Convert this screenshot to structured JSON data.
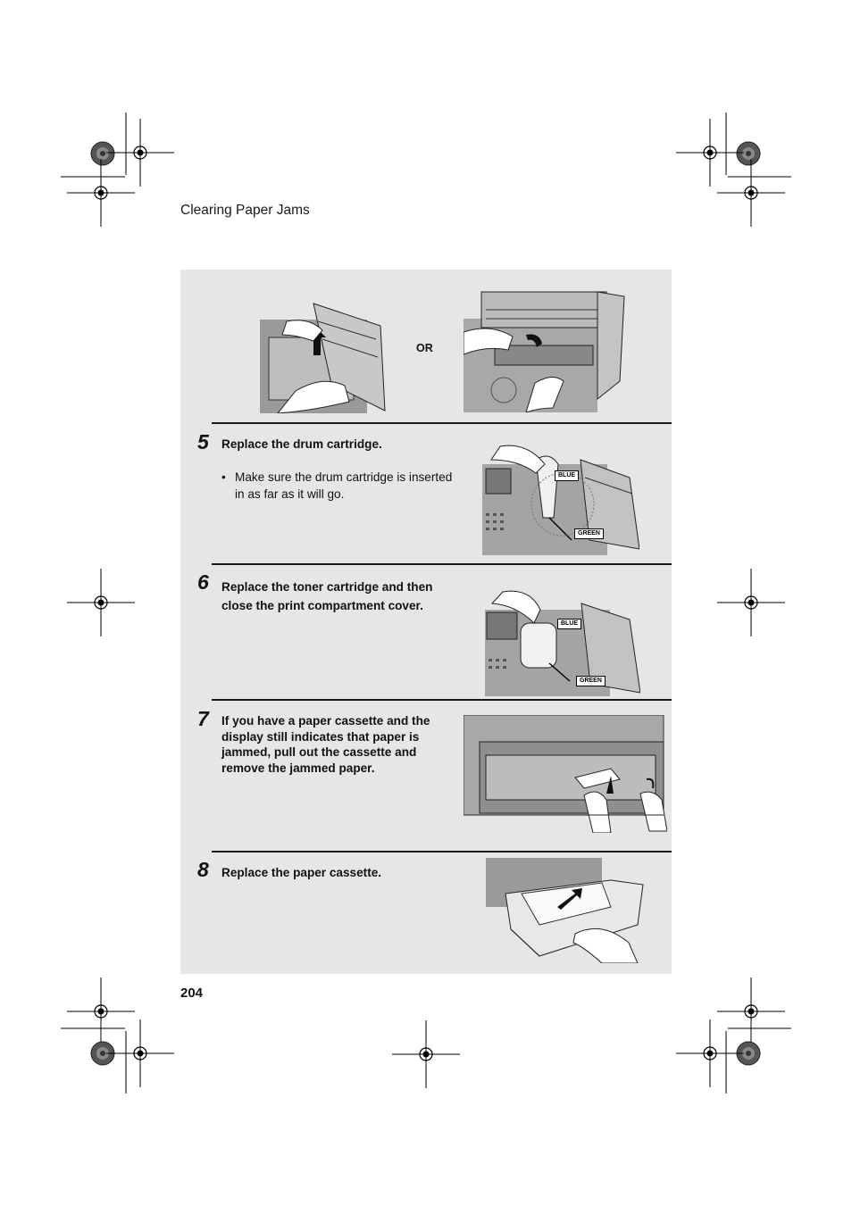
{
  "header": {
    "title": "Clearing Paper Jams"
  },
  "top_illustration": {
    "or_label": "OR"
  },
  "steps": [
    {
      "number": "5",
      "text": "Replace the drum cartridge.",
      "bullet": "Make sure the drum cartridge is inserted in as far as it will go.",
      "labels": [
        "BLUE",
        "GREEN"
      ]
    },
    {
      "number": "6",
      "text_lines": [
        "Replace the toner cartridge and then",
        "close the print compartment cover."
      ],
      "labels": [
        "BLUE",
        "GREEN"
      ]
    },
    {
      "number": "7",
      "text_lines": [
        "If you have a paper cassette and the",
        "display still indicates that paper is",
        "jammed, pull out the cassette and",
        "remove the jammed paper."
      ]
    },
    {
      "number": "8",
      "text": "Replace the paper cassette."
    }
  ],
  "footer": {
    "page_number": "204"
  },
  "colors": {
    "panel_bg": "#e6e6e6",
    "rule": "#1a1a1a"
  }
}
